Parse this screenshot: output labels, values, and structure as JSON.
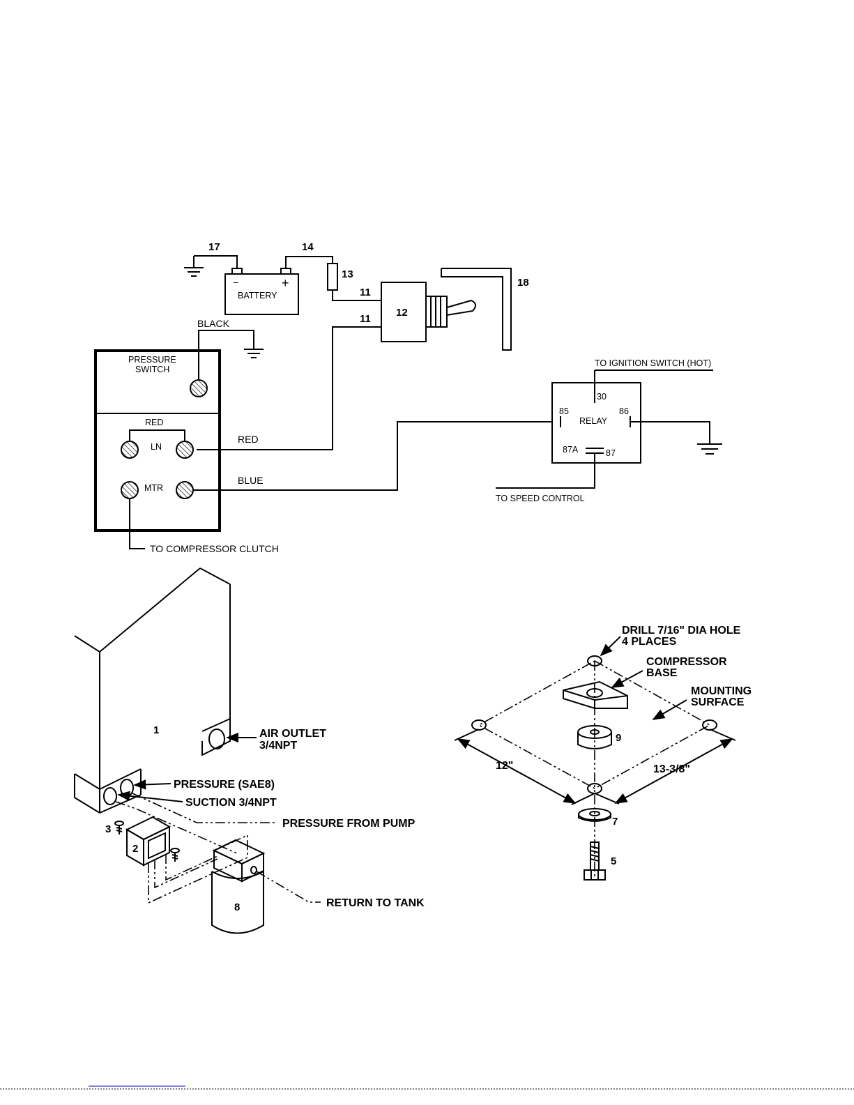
{
  "wiring": {
    "callouts": {
      "n17": "17",
      "n14": "14",
      "n13": "13",
      "n18": "18",
      "n11a": "11",
      "n11b": "11",
      "n12": "12"
    },
    "battery": {
      "label": "BATTERY",
      "minus": "−",
      "plus": "+"
    },
    "black": "BLACK",
    "pressure_switch": {
      "line1": "PRESSURE",
      "line2": "SWITCH",
      "red_jumper": "RED",
      "ln": "LN",
      "mtr": "MTR"
    },
    "wires": {
      "red": "RED",
      "blue": "BLUE"
    },
    "to_compressor_clutch": "TO COMPRESSOR CLUTCH",
    "relay": {
      "label": "RELAY",
      "t30": "30",
      "t85": "85",
      "t86": "86",
      "t87a": "87A",
      "t87": "87",
      "to_ignition": "TO IGNITION SWITCH (HOT)",
      "to_speed": "TO SPEED CONTROL"
    }
  },
  "compressor": {
    "n1": "1",
    "n2": "2",
    "n3": "3",
    "n8": "8",
    "air_outlet_1": "AIR OUTLET",
    "air_outlet_2": "3/4NPT",
    "pressure": "PRESSURE (SAE8)",
    "suction": "SUCTION 3/4NPT",
    "pressure_from_pump": "PRESSURE FROM PUMP",
    "return_to_tank": "RETURN TO TANK"
  },
  "mounting": {
    "drill_1": "DRILL 7/16\" DIA HOLE",
    "drill_2": "4 PLACES",
    "base_1": "COMPRESSOR",
    "base_2": "BASE",
    "surface_1": "MOUNTING",
    "surface_2": "SURFACE",
    "dim_12": "12\"",
    "dim_13": "13-3/8\"",
    "n9": "9",
    "n7": "7",
    "n5": "5"
  }
}
